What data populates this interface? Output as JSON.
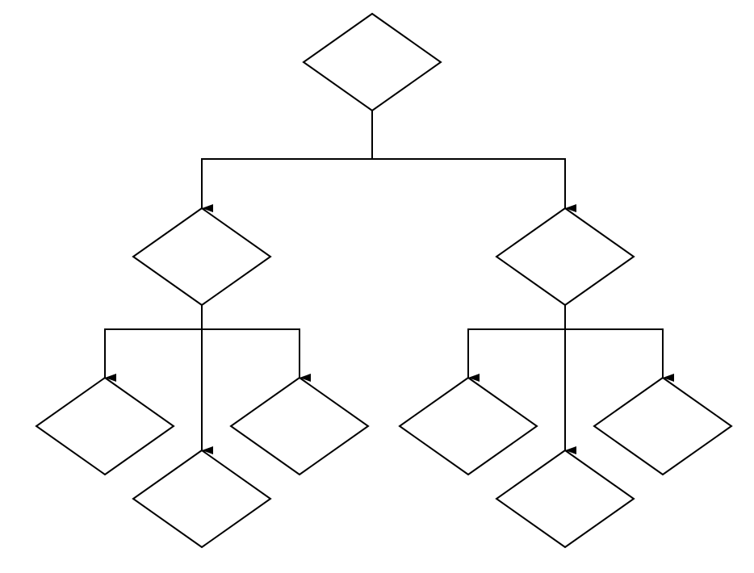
{
  "diagram": {
    "type": "decision-tree",
    "node_shape": "diamond",
    "stroke_color": "#000000",
    "fill_color": "#ffffff",
    "background_color": "#ffffff",
    "nodes": [
      {
        "id": "root",
        "label": ""
      },
      {
        "id": "left",
        "label": ""
      },
      {
        "id": "right",
        "label": ""
      },
      {
        "id": "left-a",
        "label": ""
      },
      {
        "id": "left-b",
        "label": ""
      },
      {
        "id": "left-c",
        "label": ""
      },
      {
        "id": "right-a",
        "label": ""
      },
      {
        "id": "right-b",
        "label": ""
      },
      {
        "id": "right-c",
        "label": ""
      }
    ],
    "edges": [
      {
        "from": "root",
        "to": "left"
      },
      {
        "from": "root",
        "to": "right"
      },
      {
        "from": "left",
        "to": "left-a"
      },
      {
        "from": "left",
        "to": "left-b"
      },
      {
        "from": "left",
        "to": "left-c"
      },
      {
        "from": "right",
        "to": "right-a"
      },
      {
        "from": "right",
        "to": "right-b"
      },
      {
        "from": "right",
        "to": "right-c"
      }
    ]
  }
}
